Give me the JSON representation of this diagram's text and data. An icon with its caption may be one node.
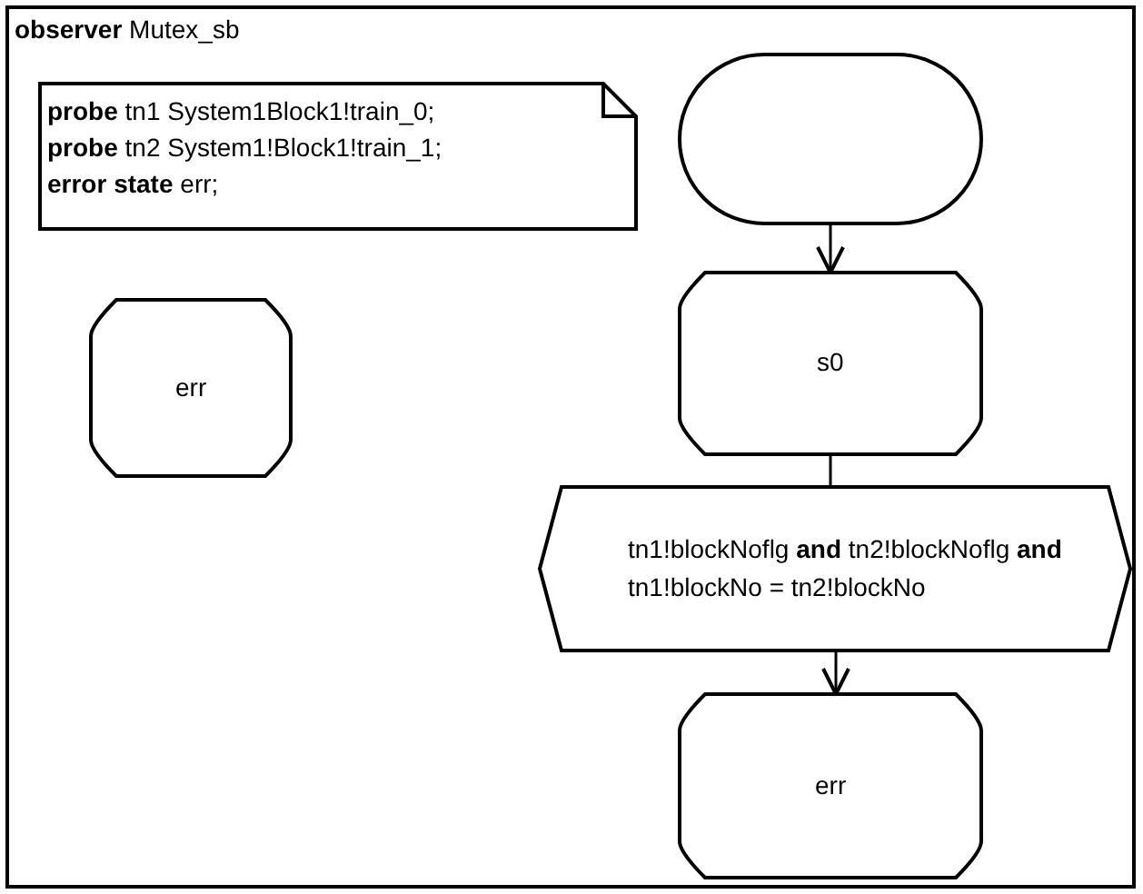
{
  "diagram": {
    "nodes": [
      {
        "text": [
          "**observer** Mutex_sb"
        ]
      },
      {
        "text": [
          "**probe** tn1 System1Block1!train_0;",
          "**probe** tn2 System1!Block1!train_1;",
          "**error state** err;"
        ],
        "in": 0
      },
      {
        "text": [
          "err"
        ],
        "in": 0
      },
      {
        "text": [],
        "shape": "oval",
        "in": 0
      },
      {
        "text": [
          "s0"
        ],
        "in": 0
      },
      {
        "text": [
          "tn1!blockNoflg **and** tn2!blockNoflg **and** tn1!blockNo = tn2!blockNo"
        ],
        "in": 0
      },
      {
        "text": [
          "err"
        ],
        "in": 0
      }
    ],
    "edges": [
      {
        "from": 3,
        "to": 4,
        "arrow": "to"
      },
      {
        "from": 4,
        "to": 5,
        "arrow": "none"
      },
      {
        "from": 5,
        "to": 6,
        "arrow": "to"
      }
    ]
  }
}
